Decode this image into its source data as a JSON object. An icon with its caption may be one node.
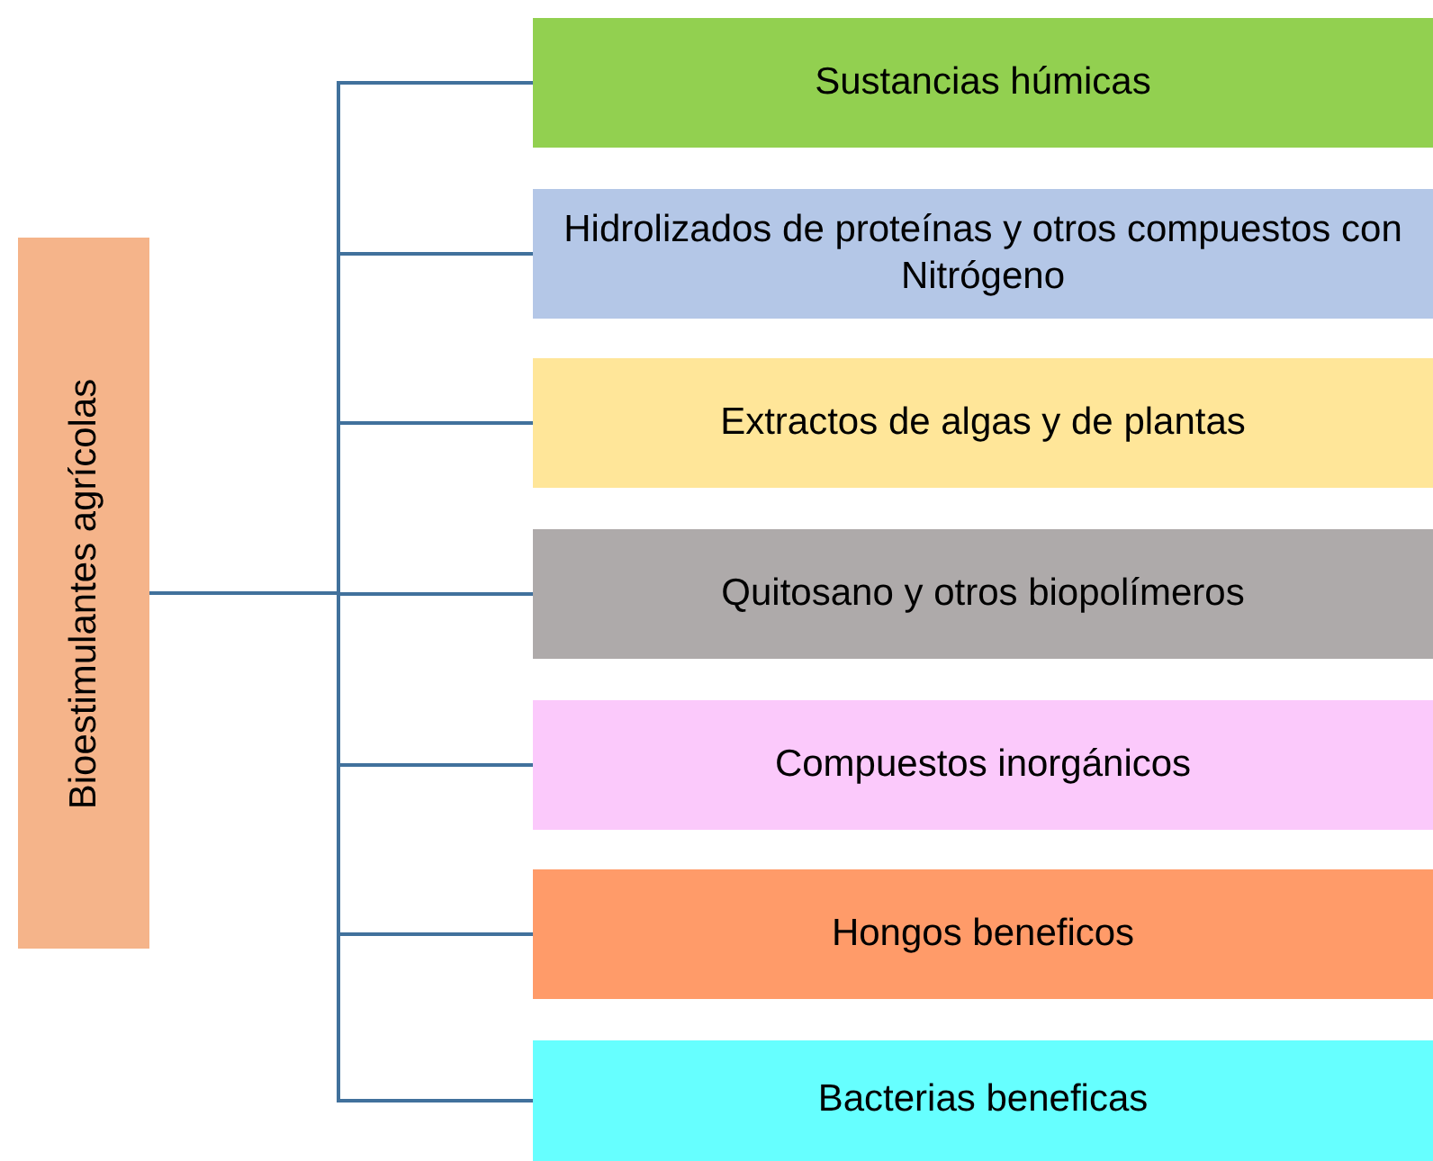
{
  "diagram": {
    "nodes": [
      {
        "text": [
          "Bioestimulantes agrícolas"
        ]
      },
      {
        "text": [
          "Sustancias húmicas"
        ]
      },
      {
        "text": [
          "Hidrolizados de proteínas y otros compuestos con Nitrógeno"
        ]
      },
      {
        "text": [
          "Extractos de algas y de plantas"
        ]
      },
      {
        "text": [
          "Quitosano y otros biopolímeros"
        ]
      },
      {
        "text": [
          "Compuestos inorgánicos"
        ]
      },
      {
        "text": [
          "Hongos beneficos"
        ]
      },
      {
        "text": [
          "Bacterias beneficas"
        ]
      }
    ],
    "edges": [
      {
        "from": 0,
        "to": 1,
        "arrow": "none"
      },
      {
        "from": 0,
        "to": 2,
        "arrow": "none"
      },
      {
        "from": 0,
        "to": 3,
        "arrow": "none"
      },
      {
        "from": 0,
        "to": 4,
        "arrow": "none"
      },
      {
        "from": 0,
        "to": 5,
        "arrow": "none"
      },
      {
        "from": 0,
        "to": 6,
        "arrow": "none"
      },
      {
        "from": 0,
        "to": 7,
        "arrow": "none"
      }
    ]
  }
}
